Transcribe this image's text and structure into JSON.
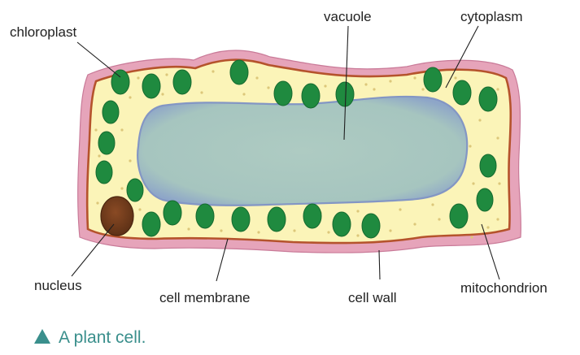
{
  "labels": {
    "chloroplast": "chloroplast",
    "vacuole": "vacuole",
    "cytoplasm": "cytoplasm",
    "nucleus": "nucleus",
    "cell_membrane": "cell membrane",
    "cell_wall": "cell wall",
    "mitochondrion": "mitochondrion"
  },
  "caption": "A plant cell.",
  "colors": {
    "cell_wall": "#e6a4ba",
    "cell_membrane": "#b5532c",
    "cytoplasm": "#fbf4b8",
    "vacuole": "#a9c8c0",
    "vacuole_edge": "#8396c4",
    "chloroplast": "#1f8a3f",
    "nucleus": "#6e3b1c",
    "caption": "#3a8f8c"
  }
}
